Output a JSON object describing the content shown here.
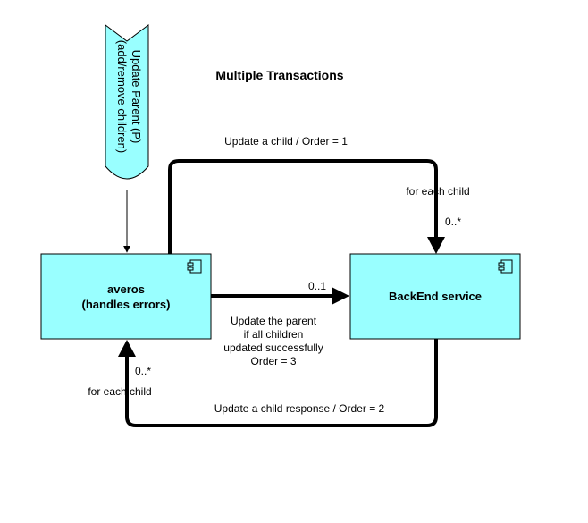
{
  "title": "Multiple Transactions",
  "colors": {
    "node_fill": "#99FFFF",
    "stroke": "#000000",
    "background": "#FFFFFF"
  },
  "event": {
    "line1": "Update Parent (P)",
    "line2": "(add/remove children)"
  },
  "nodes": {
    "averos": {
      "line1": "averos",
      "line2": "(handles errors)",
      "icon": "component-icon"
    },
    "backend": {
      "label": "BackEnd service",
      "icon": "component-icon"
    }
  },
  "edges": {
    "update_child": {
      "label": "Update a child / Order = 1",
      "loop_label": "for each child",
      "multiplicity": "0..*"
    },
    "update_parent": {
      "multiplicity": "0..1",
      "lines": [
        "Update the parent",
        "if all children",
        "updated successfully",
        "Order = 3"
      ]
    },
    "child_response": {
      "label": "Update a child response / Order = 2",
      "loop_label": "for each child",
      "multiplicity": "0..*"
    }
  }
}
